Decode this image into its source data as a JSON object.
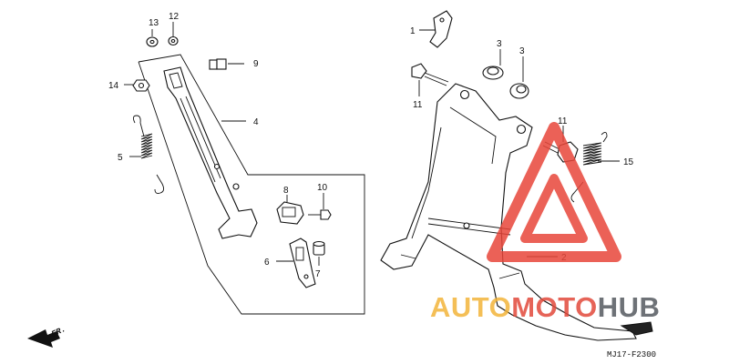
{
  "diagram": {
    "part_code": "MJ17-F2300",
    "direction_label": "FR.",
    "callouts": {
      "p1": "1",
      "p2": "2",
      "p3a": "3",
      "p3b": "3",
      "p4": "4",
      "p5": "5",
      "p6": "6",
      "p7": "7",
      "p8": "8",
      "p9": "9",
      "p10": "10",
      "p11a": "11",
      "p11b": "11",
      "p12": "12",
      "p13": "13",
      "p14": "14",
      "p15": "15"
    }
  },
  "watermark": {
    "word1": "AUTO",
    "word2": "MOTO",
    "word3": "HUB",
    "colors": {
      "auto": "#f3b43a",
      "moto": "#e24a3b",
      "hub": "#555a60",
      "triangle": "#e8463a"
    }
  }
}
